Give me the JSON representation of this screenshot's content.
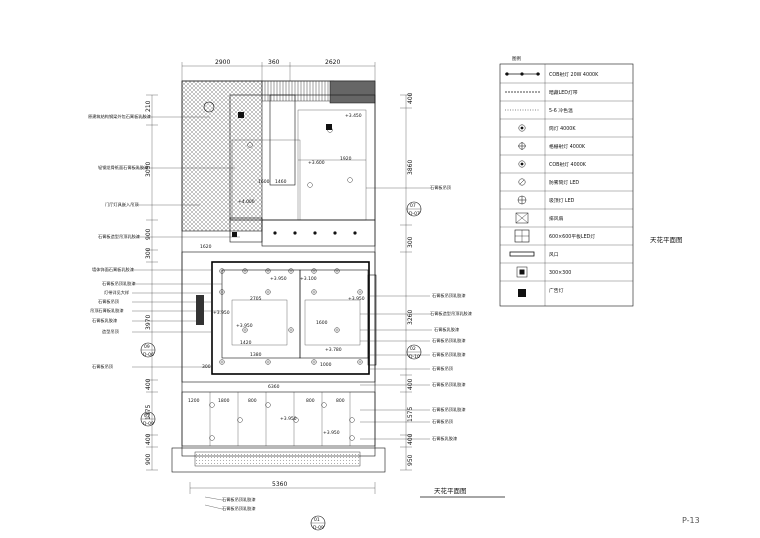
{
  "sheet": {
    "page_number": "P-13",
    "plan_title": "天花平面图",
    "legend_side_title": "天花平面图",
    "legend_heading": "图例"
  },
  "dimensions": {
    "top": [
      "2900",
      "360",
      "2620"
    ],
    "bottom": "5360",
    "bottom_sub": [
      "1200",
      "1800",
      "800",
      "800",
      "800"
    ],
    "left": [
      "210",
      "3050",
      "900",
      "300",
      "3970",
      "400",
      "1375",
      "400",
      "900"
    ],
    "right": [
      "400",
      "3860",
      "300",
      "3260",
      "400",
      "1575",
      "400",
      "950"
    ],
    "inner": [
      "1620",
      "2705",
      "1420",
      "1600",
      "1380",
      "6360",
      "1920",
      "1460",
      "1600",
      "300",
      "1000"
    ]
  },
  "elevations": [
    "+3.450",
    "+3.600",
    "+4.000",
    "+3.950",
    "+3.100",
    "+3.950",
    "+3.950",
    "+3.950",
    "+3.780",
    "+3.950",
    "+3.950"
  ],
  "section_marks": [
    {
      "num": "07",
      "sheet": "D-07"
    },
    {
      "num": "02",
      "sheet": "D-10"
    },
    {
      "num": "09",
      "sheet": "D-06"
    },
    {
      "num": "01",
      "sheet": "D-09"
    },
    {
      "num": "01",
      "sheet": "D-09"
    }
  ],
  "left_callouts": [
    "原建筑结构钢梁外包石膏板乳胶漆",
    "轻钢龙骨纸面石膏板乳胶漆",
    "门厅灯具嵌入吊顶",
    "石膏板造型吊顶乳胶漆",
    "墙体饰面石膏板乳胶漆",
    "石膏板吊顶乳胶漆",
    "灯带详见大样",
    "石膏板吊顶",
    "吊顶石膏板乳胶漆",
    "石膏板乳胶漆",
    "造型吊顶",
    "石膏板吊顶"
  ],
  "right_callouts": [
    "石膏板吊顶",
    "石膏板吊顶乳胶漆",
    "石膏板造型吊顶乳胶漆",
    "石膏板乳胶漆",
    "石膏板吊顶乳胶漆",
    "石膏板吊顶乳胶漆",
    "石膏板吊顶",
    "石膏板吊顶乳胶漆",
    "石膏板吊顶乳胶漆",
    "石膏板吊顶",
    "石膏板乳胶漆"
  ],
  "bottom_callouts": [
    "石膏板吊顶乳胶漆",
    "石膏板吊顶乳胶漆"
  ],
  "legend": [
    {
      "icon": "track-light",
      "text": "COB射灯 20W 4000K"
    },
    {
      "icon": "dashed-line",
      "text": "暗藏LED灯带"
    },
    {
      "icon": "dotted-line",
      "text": "5-6 冷色温"
    },
    {
      "icon": "circle-cross",
      "text": "筒灯 4000K"
    },
    {
      "icon": "cross-circle",
      "text": "格栅射灯 4000K"
    },
    {
      "icon": "circle-cross",
      "text": "COB射灯 4000K"
    },
    {
      "icon": "circle-slash",
      "text": "防雾筒灯 LED"
    },
    {
      "icon": "circle-plus",
      "text": "吸顶灯 LED"
    },
    {
      "icon": "exhaust",
      "text": "排风扇"
    },
    {
      "icon": "panel-light",
      "text": "600×600平板LED灯"
    },
    {
      "icon": "linear-vent",
      "text": "风口"
    },
    {
      "icon": "square-light",
      "text": "300×300"
    },
    {
      "icon": "square-dot",
      "text": "广告灯"
    }
  ],
  "colors": {
    "ink": "#111111",
    "hatch": "#444444",
    "paper": "#ffffff"
  }
}
